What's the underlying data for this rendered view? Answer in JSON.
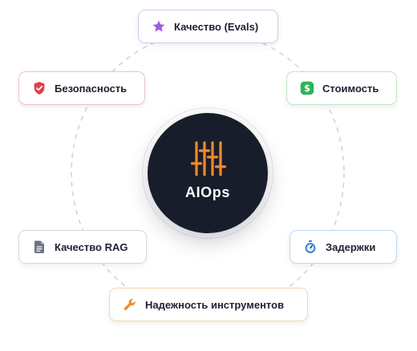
{
  "hub": {
    "label": "AIOps",
    "icon": "sliders-icon",
    "background": "#171d2b",
    "accent": "#f08a2c"
  },
  "nodes": [
    {
      "key": "quality",
      "label": "Качество (Evals)",
      "icon": "star-icon",
      "color": "#9b5de5"
    },
    {
      "key": "cost",
      "label": "Стоимость",
      "icon": "dollar-icon",
      "color": "#2fb35a"
    },
    {
      "key": "security",
      "label": "Безопасность",
      "icon": "shield-icon",
      "color": "#e0414b"
    },
    {
      "key": "rag",
      "label": "Качество RAG",
      "icon": "document-icon",
      "color": "#6b7280"
    },
    {
      "key": "latency",
      "label": "Задержки",
      "icon": "stopwatch-icon",
      "color": "#2f7fe0"
    },
    {
      "key": "tools",
      "label": "Надежность инструментов",
      "icon": "wrench-icon",
      "color": "#f08a2c"
    }
  ]
}
